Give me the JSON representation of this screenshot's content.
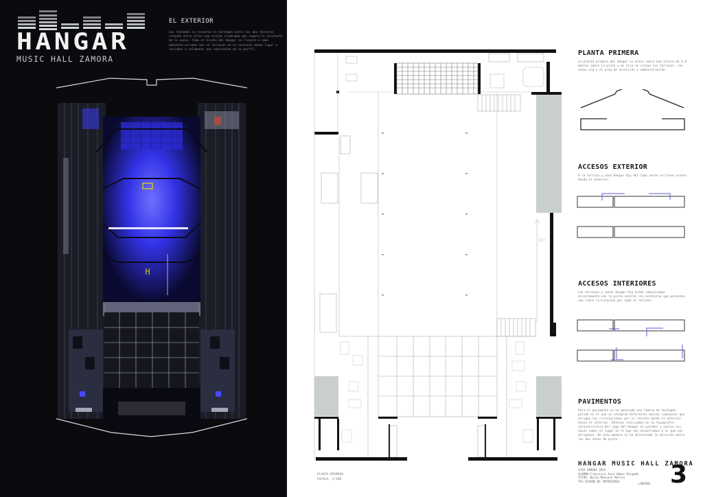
{
  "left_panel": {
    "logo": {
      "word": "HANGAR",
      "subtitle": "MUSIC HALL ZAMORA"
    },
    "section": {
      "title": "EL EXTERIOR",
      "text": "Las fachadas se levantan en hormigón entre los dos testeros creando entre ellos una brecha iluminada que separa lo existente de lo nuevo. Todo el diseño del Hangar se llevará a cabo mediante prismas que se fusionan en el conjunto dando lugar a vaciados o volúmenes que sobresalen de su perfil."
    },
    "render": {
      "description": "night rendering of the hall interior lit in blue",
      "accent_color": "#2a2aff",
      "sign_color": "#c8c820"
    }
  },
  "plan": {
    "label_line1": "PLANTA PRIMERA",
    "label_line2": "ESCALA: 1/100",
    "out_label": "OUT",
    "slab_gray": "#c9cfcc"
  },
  "sections": [
    {
      "title": "PLANTA PRIMERA",
      "text": "La planta primera del Hangar se eleva sobre una altura de 2.8 metros sobre la pista y en ella se sitúan las terrazas, las zonas vip y el área de dirección y administración."
    },
    {
      "title": "ACCESOS EXTERIOR",
      "text": "A la terraza y zona Hangar Vip del lado oeste se tiene acceso desde el exterior."
    },
    {
      "title": "ACCESOS INTERIORES",
      "text": "Las terrazas y zonas Hangar Vip están comunicadas directamente con la pista central con escaleras que permiten una libre circulación por todo el recinto."
    },
    {
      "title": "PAVIMENTOS",
      "text": "Para el pavimento se ha generado una lámina de hormigón pulido en el que se integran diferentes marcas luminosas que dirigen las circulaciones por el recinto desde el exterior hasta el interior. Rótulos realizados en la tipografía característica del logo del Hangar en paredes y suelos nos hacen saber el lugar en el que nos encontramos o al que nos dirigimos. De esta manera se ha delimitado la división entre las dos zonas de pista."
    }
  ],
  "diagram_accent": "#5a5ad6",
  "footer": {
    "title": "HANGAR MUSIC HALL ZAMORA",
    "lines": [
      "CASO ZAMORA 2014",
      "ALUMNO:Francisco José Gómez Delgado",
      "TUTOR: Borja Mascaró Martín",
      "TFG DISEÑO DE INTERIORES"
    ],
    "lamina_label": "LÁMINA:",
    "sheet_number": "3"
  }
}
